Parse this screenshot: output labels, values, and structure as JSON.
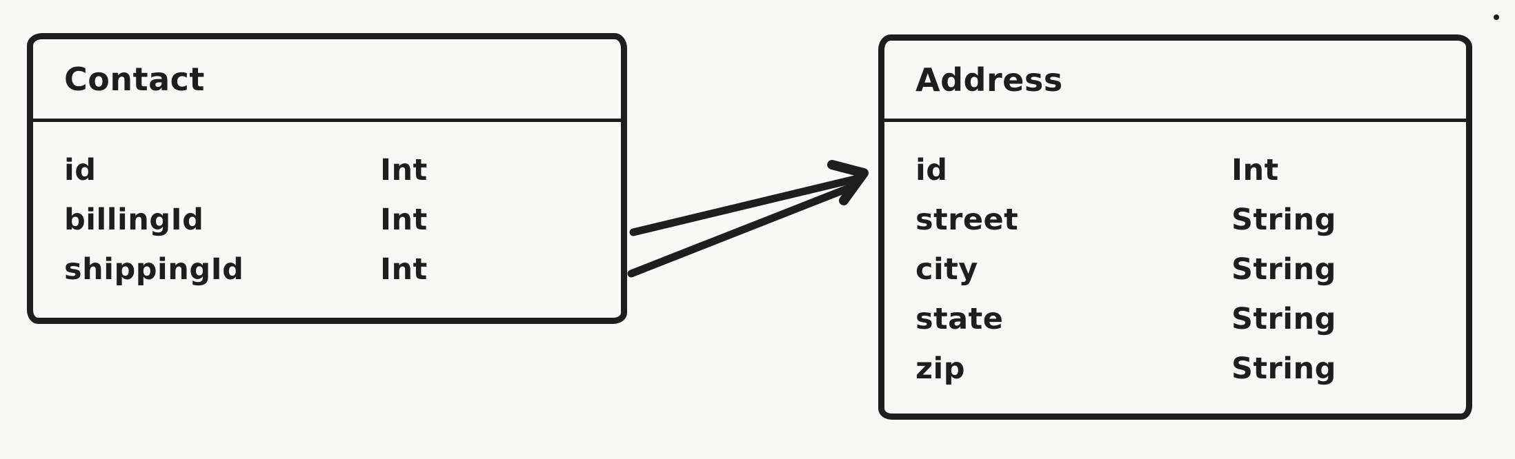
{
  "diagram": {
    "type": "entity-relationship",
    "colors": {
      "background": "#f8f8f7",
      "stroke": "#1e1e1e"
    },
    "tables": [
      {
        "title": "Contact",
        "fields": [
          {
            "name": "id",
            "type": "Int"
          },
          {
            "name": "billingId",
            "type": "Int"
          },
          {
            "name": "shippingId",
            "type": "Int"
          }
        ]
      },
      {
        "title": "Address",
        "fields": [
          {
            "name": "id",
            "type": "Int"
          },
          {
            "name": "street",
            "type": "String"
          },
          {
            "name": "city",
            "type": "String"
          },
          {
            "name": "state",
            "type": "String"
          },
          {
            "name": "zip",
            "type": "String"
          }
        ]
      }
    ],
    "relations": [
      {
        "from_table": "Contact",
        "from_field": "billingId",
        "to_table": "Address",
        "to_field": "id"
      },
      {
        "from_table": "Contact",
        "from_field": "shippingId",
        "to_table": "Address",
        "to_field": "id"
      }
    ]
  }
}
